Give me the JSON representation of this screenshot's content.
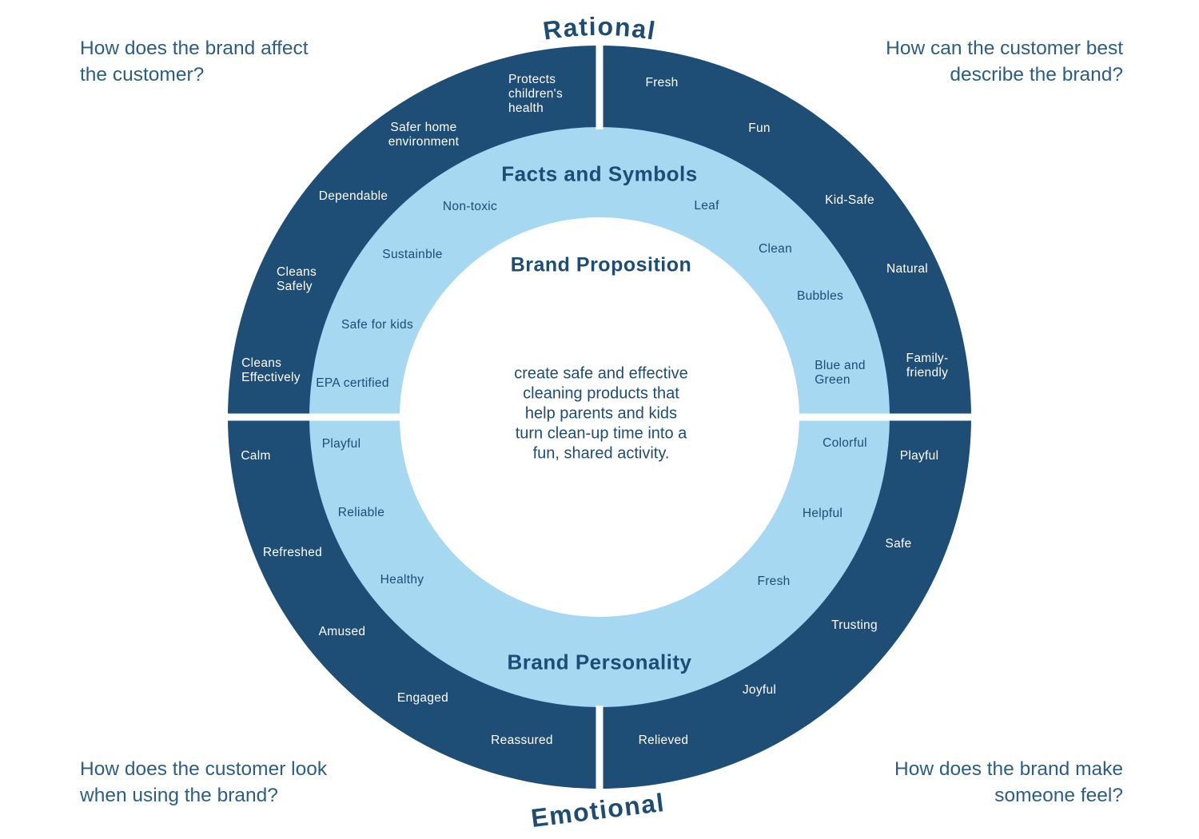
{
  "colors": {
    "navy": "#1E4D75",
    "light_blue": "#A6D8F2",
    "background": "#FFFFFF",
    "question_text": "#2C5E84",
    "white_label": "#FFFFFF"
  },
  "axis": {
    "top": "Rational",
    "bottom": "Emotional"
  },
  "questions": {
    "top_left": "How does the brand affect\nthe customer?",
    "top_right": "How can the customer best\ndescribe the brand?",
    "bottom_left": "How does the customer look\nwhen using the brand?",
    "bottom_right": "How does the brand make\nsomeone feel?"
  },
  "center": {
    "title": "Brand Proposition",
    "proposition": "create safe and effective\ncleaning products that\nhelp parents and kids\nturn clean-up time into a\nfun, shared activity."
  },
  "sections": {
    "facts_and_symbols": "Facts and Symbols",
    "brand_personality": "Brand Personality"
  },
  "outer_ring": {
    "rational_left": [
      "Protects\nchildren's\nhealth",
      "Safer home\nenvironment",
      "Dependable",
      "Cleans\nSafely",
      "Cleans\nEffectively"
    ],
    "rational_right": [
      "Fresh",
      "Fun",
      "Kid-Safe",
      "Natural",
      "Family-\nfriendly"
    ],
    "emotional_left": [
      "Calm",
      "Refreshed",
      "Amused",
      "Engaged",
      "Reassured"
    ],
    "emotional_right": [
      "Playful",
      "Safe",
      "Trusting",
      "Joyful",
      "Relieved"
    ]
  },
  "inner_ring": {
    "facts_left": [
      "Non-toxic",
      "Sustainble",
      "Safe for kids",
      "EPA certified"
    ],
    "facts_right": [
      "Leaf",
      "Clean",
      "Bubbles",
      "Blue and\nGreen"
    ],
    "personality_left": [
      "Playful",
      "Reliable",
      "Healthy"
    ],
    "personality_right": [
      "Colorful",
      "Helpful",
      "Fresh"
    ]
  }
}
